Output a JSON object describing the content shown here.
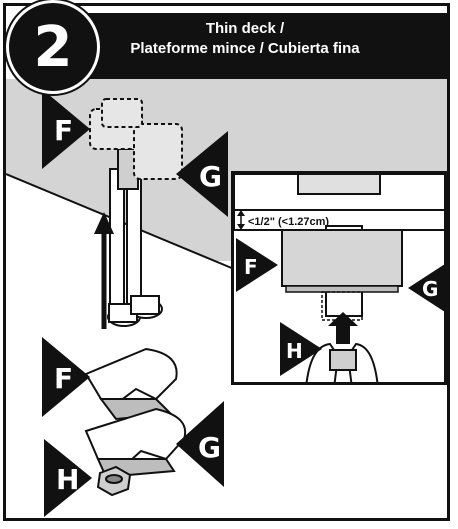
{
  "step": {
    "number": "2"
  },
  "title": {
    "line1": "Thin deck /",
    "line2": "Plateforme mince / Cubierta fina"
  },
  "labels": {
    "F": "F",
    "G": "G",
    "H": "H"
  },
  "inset": {
    "measurement": "<1/2\" (<1.27cm)"
  }
}
